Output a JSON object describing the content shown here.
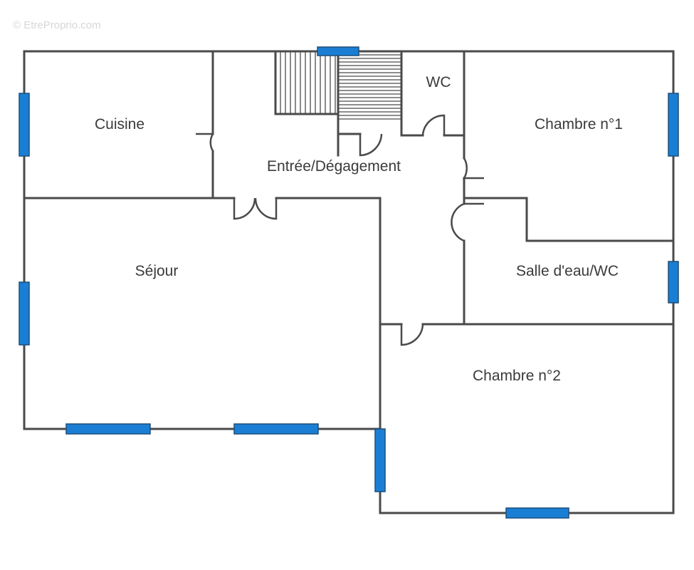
{
  "watermark": "© EtreProprio.com",
  "colors": {
    "wall": "#4a4a4a",
    "window": "#1a7fd4",
    "label": "#3a3a3a",
    "background": "#ffffff"
  },
  "rooms": {
    "cuisine": "Cuisine",
    "entree": "Entrée/Dégagement",
    "wc": "WC",
    "chambre1": "Chambre n°1",
    "sejour": "Séjour",
    "salle_eau": "Salle d'eau/WC",
    "chambre2": "Chambre n°2"
  }
}
